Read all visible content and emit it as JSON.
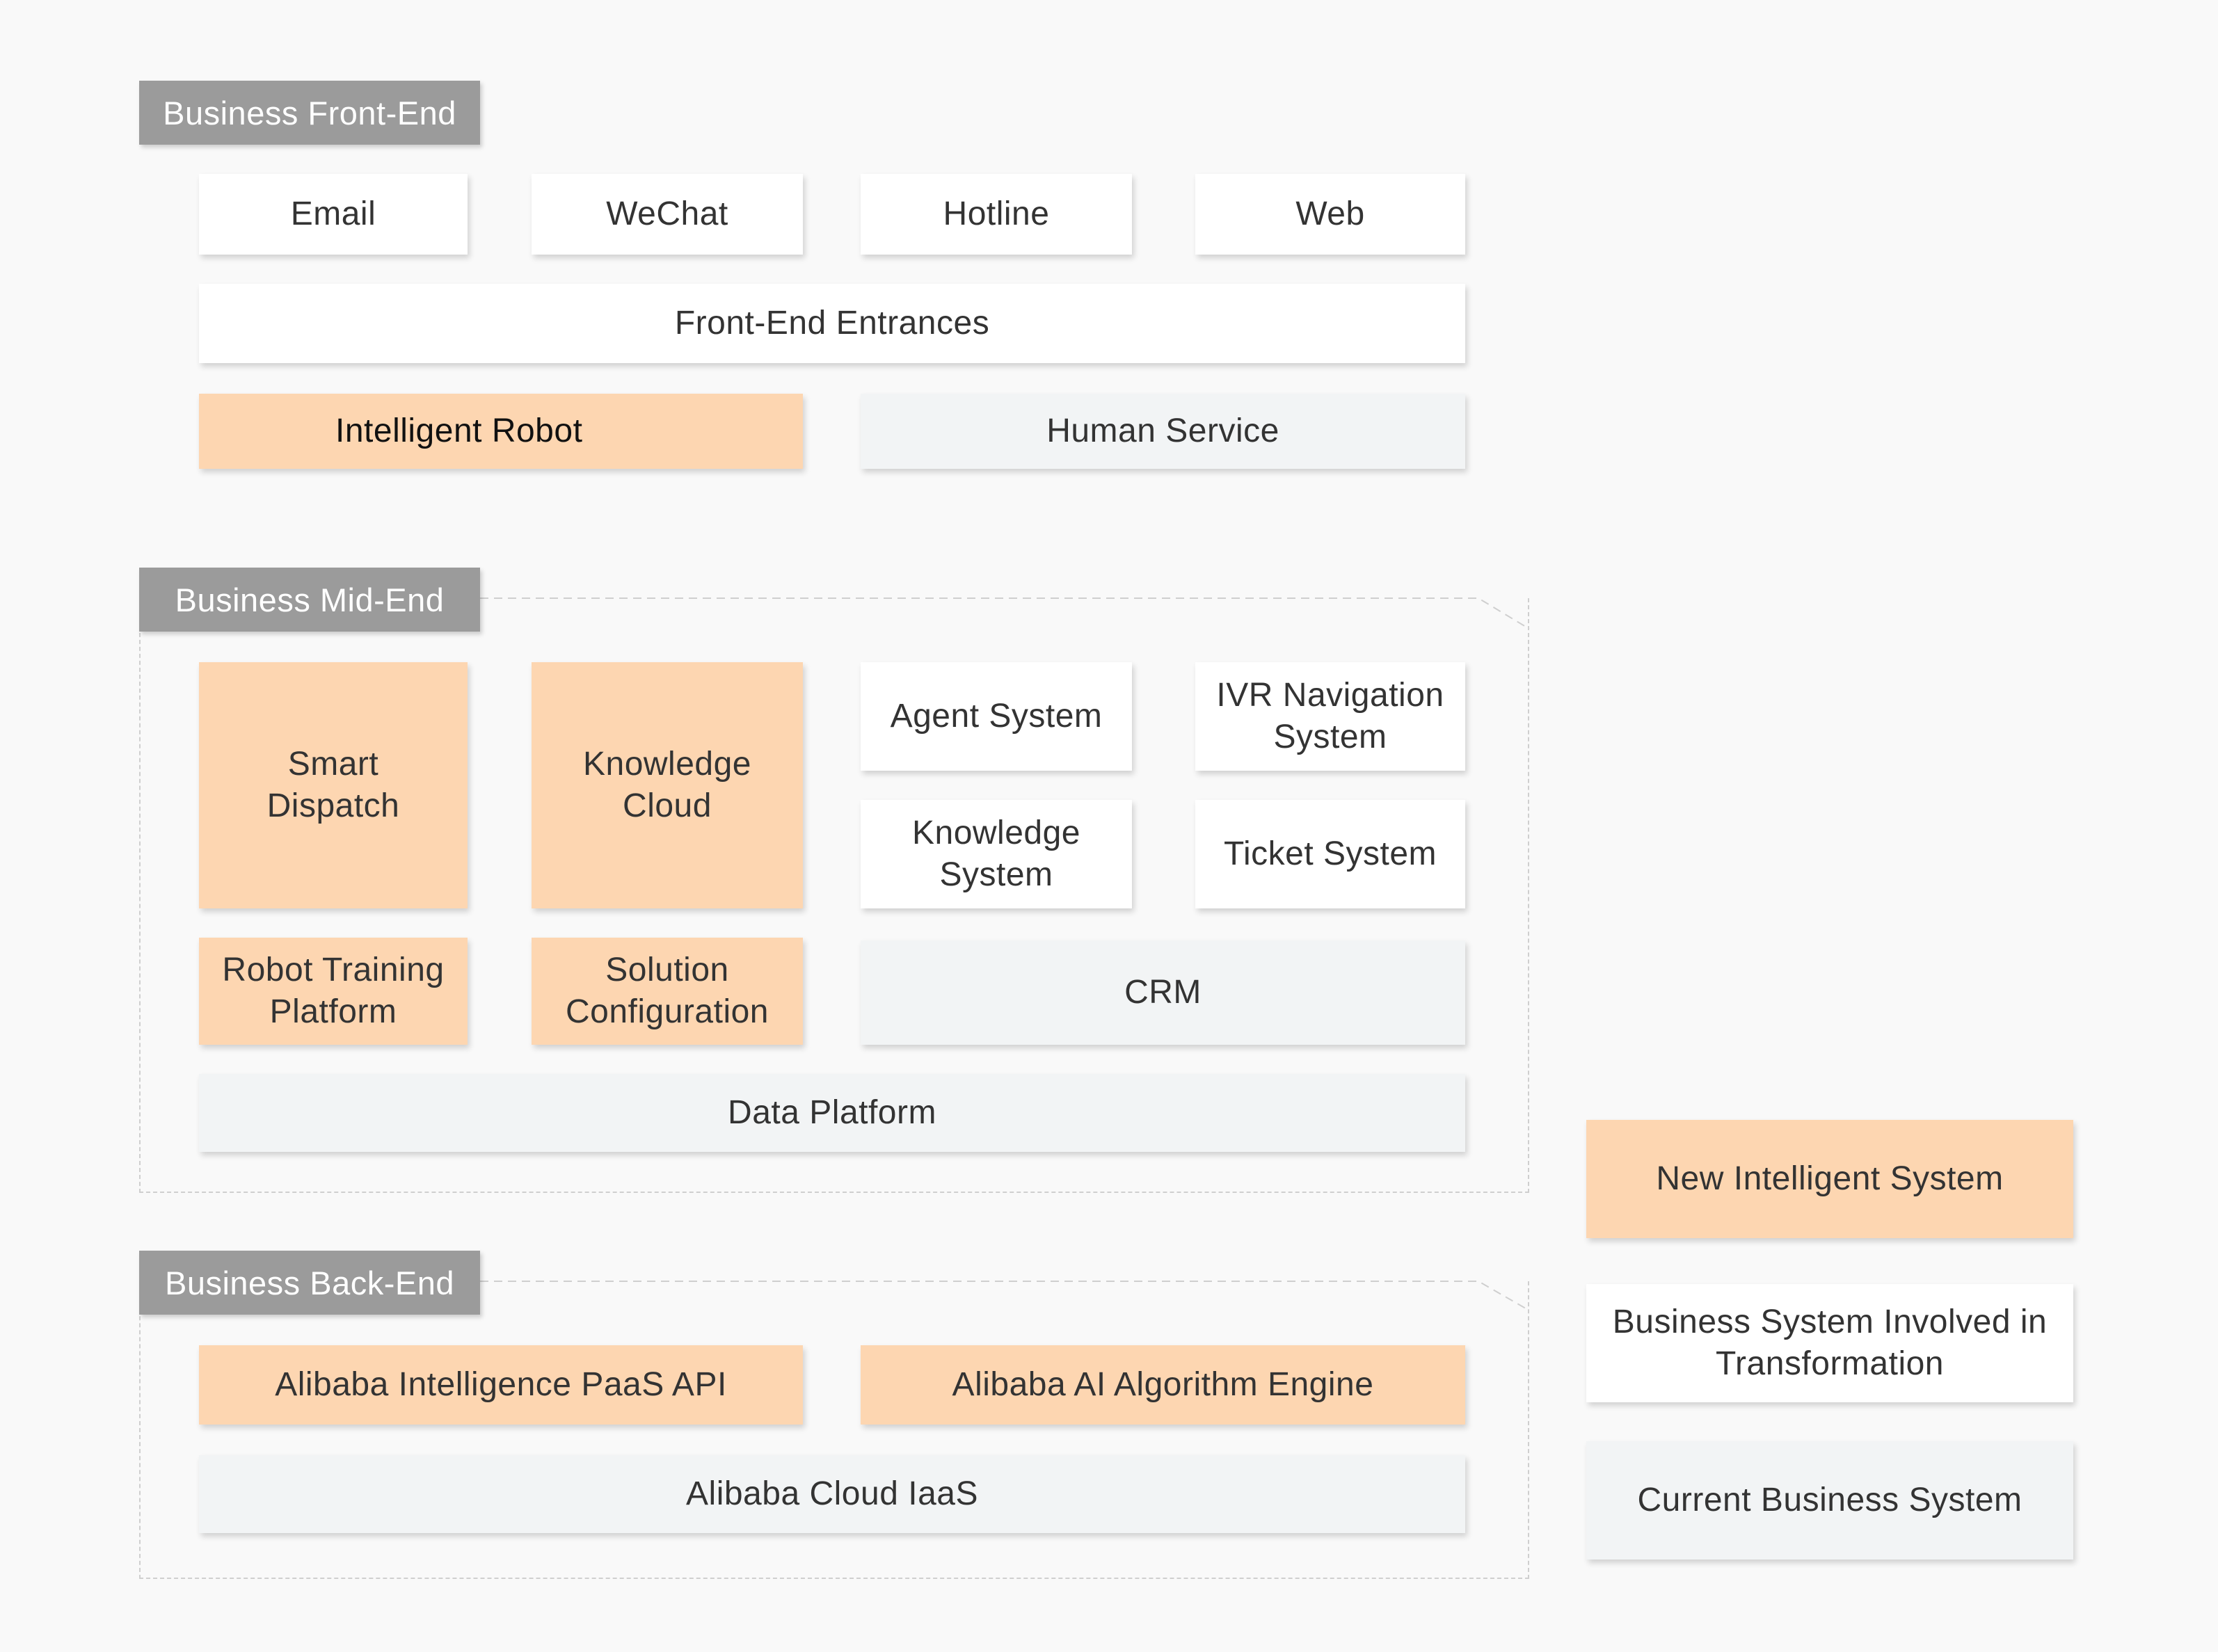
{
  "sections": {
    "front_end": "Business Front-End",
    "mid_end": "Business Mid-End",
    "back_end": "Business Back-End"
  },
  "front_end": {
    "channels": [
      "Email",
      "WeChat",
      "Hotline",
      "Web"
    ],
    "entrances": "Front-End Entrances",
    "robot": "Intelligent Robot",
    "human": "Human Service"
  },
  "mid_end": {
    "smart_dispatch": "Smart Dispatch",
    "knowledge_cloud": "Knowledge Cloud",
    "agent_system": "Agent System",
    "ivr": "IVR Navigation System",
    "knowledge_system": "Knowledge System",
    "ticket_system": "Ticket System",
    "robot_training": "Robot Training Platform",
    "solution_config": "Solution Configuration",
    "crm": "CRM",
    "data_platform": "Data Platform"
  },
  "back_end": {
    "paas_api": "Alibaba Intelligence PaaS API",
    "ai_engine": "Alibaba AI Algorithm Engine",
    "iaas": "Alibaba Cloud IaaS"
  },
  "legend": {
    "new_system": "New Intelligent System",
    "transformation": "Business System Involved in Transformation",
    "current": "Current Business System"
  },
  "colors": {
    "new_intelligent": "#fdd6b1",
    "involved_in_transformation": "#ffffff",
    "current_business": "#f2f4f5",
    "section_label": "#9b9b9b"
  }
}
